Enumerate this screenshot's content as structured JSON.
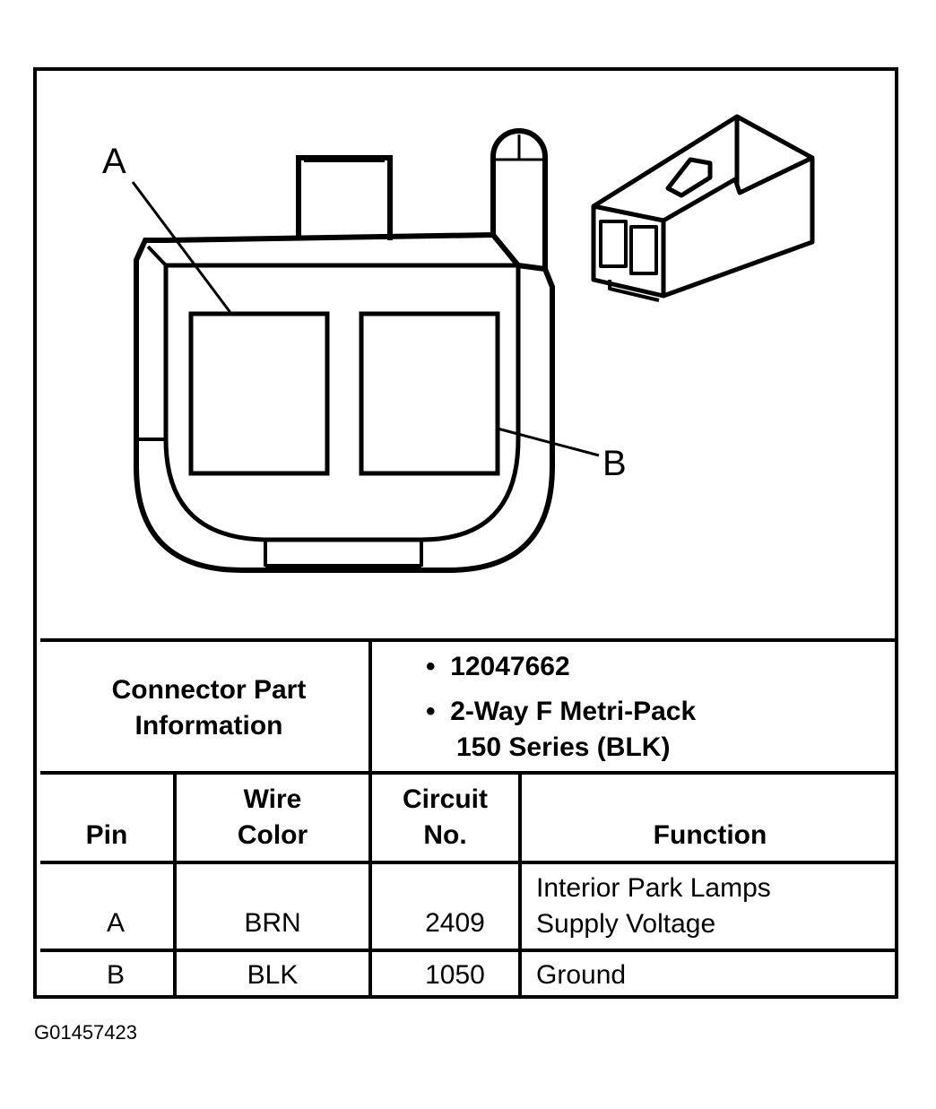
{
  "diagram": {
    "pin_a_label": "A",
    "pin_b_label": "B"
  },
  "connector_info": {
    "header": "Connector Part Information",
    "part_number": "12047662",
    "description_line1": "2-Way F Metri-Pack",
    "description_line2": "150 Series (BLK)"
  },
  "pin_table": {
    "headers": {
      "pin": "Pin",
      "wire_color_line1": "Wire",
      "wire_color_line2": "Color",
      "circuit_line1": "Circuit",
      "circuit_line2": "No.",
      "function": "Function"
    },
    "rows": [
      {
        "pin": "A",
        "wire_color": "BRN",
        "circuit": "2409",
        "function_line1": "Interior Park Lamps",
        "function_line2": "Supply Voltage"
      },
      {
        "pin": "B",
        "wire_color": "BLK",
        "circuit": "1050",
        "function_line1": "Ground",
        "function_line2": ""
      }
    ]
  },
  "figure_id": "G01457423"
}
